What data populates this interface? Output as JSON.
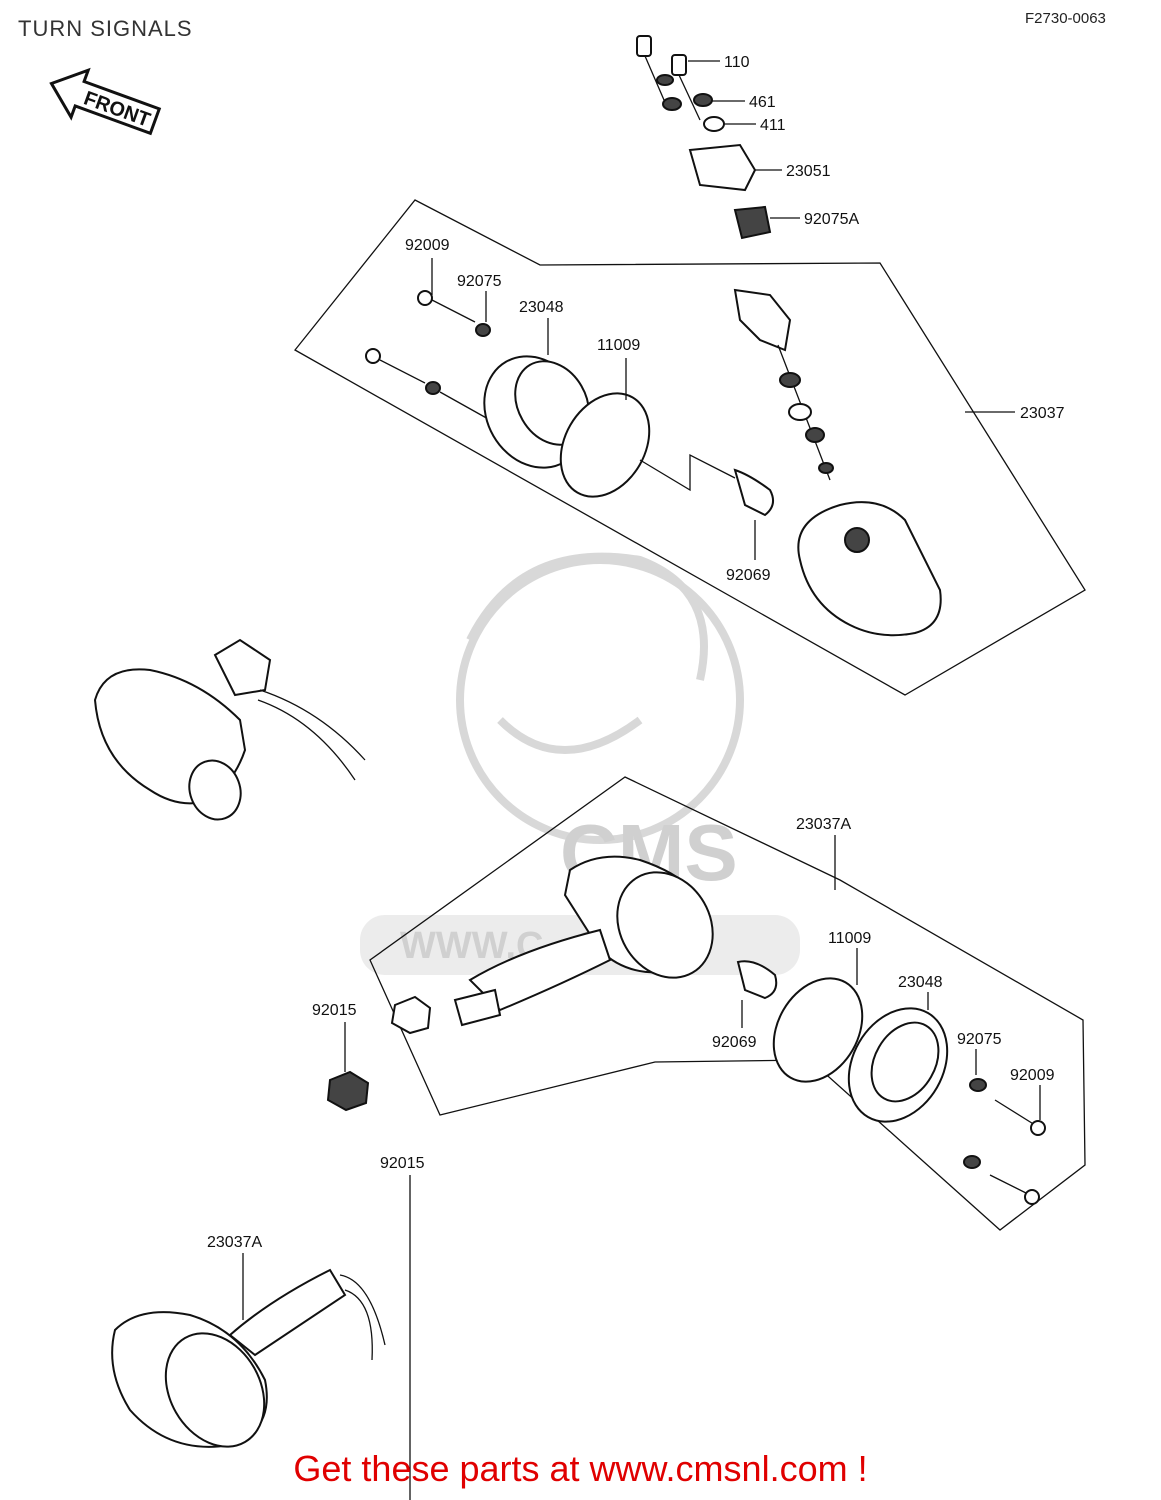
{
  "header": {
    "title": "TURN SIGNALS",
    "figure_code": "F2730-0063"
  },
  "front_arrow": {
    "label": "FRONT"
  },
  "watermark": {
    "brand": "CMS",
    "url_fragment": "WWW.C...COM"
  },
  "labels": {
    "p110": "110",
    "p461": "461",
    "p411": "411",
    "p23051": "23051",
    "p92075A": "92075A",
    "p92009_top": "92009",
    "p92075_top": "92075",
    "p23048_top": "23048",
    "p11009_top": "11009",
    "p23037": "23037",
    "p92069_top": "92069",
    "p23037A_mid": "23037A",
    "p11009_bot": "11009",
    "p23048_bot": "23048",
    "p92075_bot": "92075",
    "p92009_bot": "92009",
    "p92069_bot": "92069",
    "p92015_a": "92015",
    "p92015_b": "92015",
    "p23037A_bot": "23037A"
  },
  "footer": {
    "cta": "Get these parts at www.cmsnl.com !",
    "cta_color": "#e00000"
  }
}
